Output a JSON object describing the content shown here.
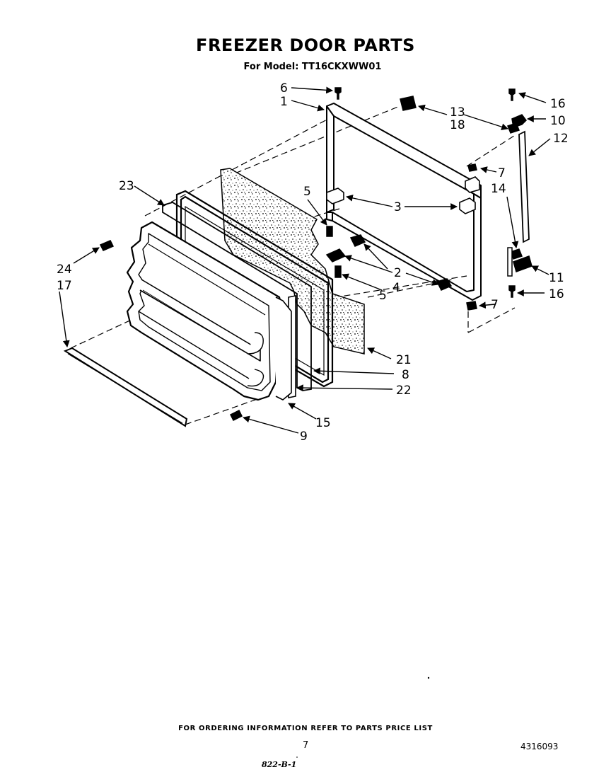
{
  "header": {
    "title": "FREEZER DOOR PARTS",
    "subtitle": "For Model: TT16CKXWW01"
  },
  "callouts": {
    "c1": "1",
    "c2": "2",
    "c3": "3",
    "c4": "4",
    "c5a": "5",
    "c5b": "5",
    "c6": "6",
    "c7a": "7",
    "c7b": "7",
    "c8": "8",
    "c9": "9",
    "c10": "10",
    "c11": "11",
    "c12": "12",
    "c13": "13",
    "c14": "14",
    "c15": "15",
    "c16a": "16",
    "c16b": "16",
    "c17": "17",
    "c18": "18",
    "c21": "21",
    "c22": "22",
    "c23": "23",
    "c24": "24"
  },
  "footer": {
    "ordering_note": "FOR ORDERING INFORMATION REFER TO PARTS PRICE LIST",
    "page_number": "7",
    "document_number": "4316093",
    "handwritten_note": "822-B-1"
  }
}
